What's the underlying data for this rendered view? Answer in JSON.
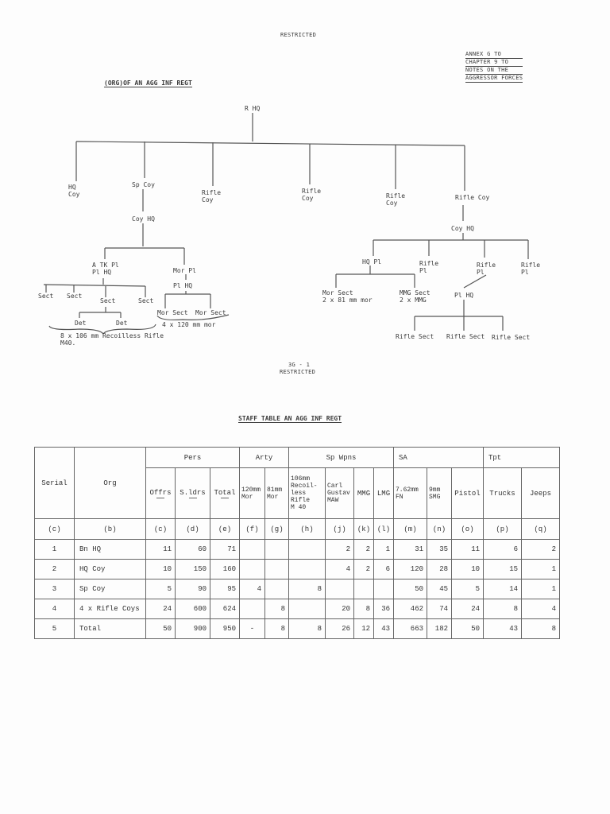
{
  "top_stamp": "RESTRICTED",
  "annex": [
    "ANNEX G TO",
    "CHAPTER 9 TO",
    "NOTES ON THE",
    "AGGRESSOR FORCES"
  ],
  "org_title": "(ORG)OF AN AGG INF REGT",
  "nodes": {
    "r_hq": "R HQ",
    "hq_coy": "HQ\nCoy",
    "sp_coy": "Sp Coy",
    "rifle_coy_1": "Rifle\nCoy",
    "rifle_coy_2": "Rifle\nCoy",
    "rifle_coy_3": "Rifle\nCoy",
    "rifle_coy_4": "Rifle Coy",
    "sp_coy_hq": "Coy HQ",
    "atk_pl": "A TK Pl\nPl HQ",
    "mor_pl": "Mor Pl",
    "mor_pl_hq": "Pl HQ",
    "sect_a": "Sect",
    "sect_b": "Sect",
    "sect_c": "Sect",
    "sect_d": "Sect",
    "det_a": "Det",
    "det_b": "Det",
    "recoilless_note": "8 x 106 mm Recoilless Rifle\nM40.",
    "mor_sect_a": "Mor Sect",
    "mor_sect_b": "Mor Sect",
    "mor_note": "4 x 120 mm mor",
    "rifle_coy_hq": "Coy HQ",
    "hq_pl": "HQ Pl",
    "rifle_pl_1": "Rifle\nPl",
    "rifle_pl_2": "Rifle\nPl",
    "rifle_pl_3": "Rifle\nPl",
    "mor_sect_81": "Mor Sect\n2 x 81 mm mor",
    "mmg_sect": "MMG Sect\n2 x MMG",
    "pl_hq": "Pl HQ",
    "rifle_sect_1": "Rifle Sect",
    "rifle_sect_2": "Rifle Sect",
    "rifle_sect_3": "Rifle Sect"
  },
  "page_number": "3G - 1",
  "bottom_stamp": "RESTRICTED",
  "staff_title": "STAFF TABLE AN AGG INF REGT",
  "table": {
    "group_headers": {
      "serial": "Serial",
      "org": "Org",
      "pers": "Pers",
      "arty": "Arty",
      "sp_wpns": "Sp Wpns",
      "sa": "SA",
      "tpt": "Tpt"
    },
    "sub_headers": [
      "Offrs",
      "S.ldrs",
      "Total",
      "120mm\nMor",
      "81mm\nMor",
      "106mm\nRecoil-\nless Rifle\nM 40",
      "Carl\nGustav\nMAW",
      "MMG",
      "LMG",
      "7.62mm\nFN",
      "9mm\nSMG",
      "Pistol",
      "Trucks",
      "Jeeps"
    ],
    "letters": [
      "(c)",
      "(b)",
      "(c)",
      "(d)",
      "(e)",
      "(f)",
      "(g)",
      "(h)",
      "(j)",
      "(k)",
      "(l)",
      "(m)",
      "(n)",
      "(o)",
      "(p)",
      "(q)"
    ],
    "rows": [
      {
        "serial": "1",
        "org": "Bn HQ",
        "cells": [
          "11",
          "60",
          "71",
          "",
          "",
          "",
          "2",
          "2",
          "1",
          "31",
          "35",
          "11",
          "6",
          "2"
        ]
      },
      {
        "serial": "2",
        "org": "HQ Coy",
        "cells": [
          "10",
          "150",
          "160",
          "",
          "",
          "",
          "4",
          "2",
          "6",
          "120",
          "28",
          "10",
          "15",
          "1"
        ]
      },
      {
        "serial": "3",
        "org": "Sp Coy",
        "cells": [
          "5",
          "90",
          "95",
          "4",
          "",
          "8",
          "",
          "",
          "",
          "50",
          "45",
          "5",
          "14",
          "1"
        ]
      },
      {
        "serial": "4",
        "org": "4 x Rifle Coys",
        "cells": [
          "24",
          "600",
          "624",
          "",
          "8",
          "",
          "20",
          "8",
          "36",
          "462",
          "74",
          "24",
          "8",
          "4"
        ]
      },
      {
        "serial": "5",
        "org": "Total",
        "cells": [
          "50",
          "900",
          "950",
          "-",
          "8",
          "8",
          "26",
          "12",
          "43",
          "663",
          "182",
          "50",
          "43",
          "8"
        ]
      }
    ]
  }
}
